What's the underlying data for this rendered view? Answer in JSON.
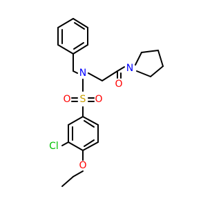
{
  "structure": {
    "atoms": {
      "N_sulfonamide": {
        "label": "N",
        "color": "#0000ff"
      },
      "N_pyrrolidine": {
        "label": "N",
        "color": "#0000ff"
      },
      "S": {
        "label": "S",
        "color": "#c8a000"
      },
      "O_sulfonyl_left": {
        "label": "O",
        "color": "#ff0000"
      },
      "O_sulfonyl_right": {
        "label": "O",
        "color": "#ff0000"
      },
      "O_carbonyl": {
        "label": "O",
        "color": "#ff0000"
      },
      "O_ether": {
        "label": "O",
        "color": "#ff0000"
      },
      "Cl": {
        "label": "Cl",
        "color": "#00c000"
      }
    }
  }
}
